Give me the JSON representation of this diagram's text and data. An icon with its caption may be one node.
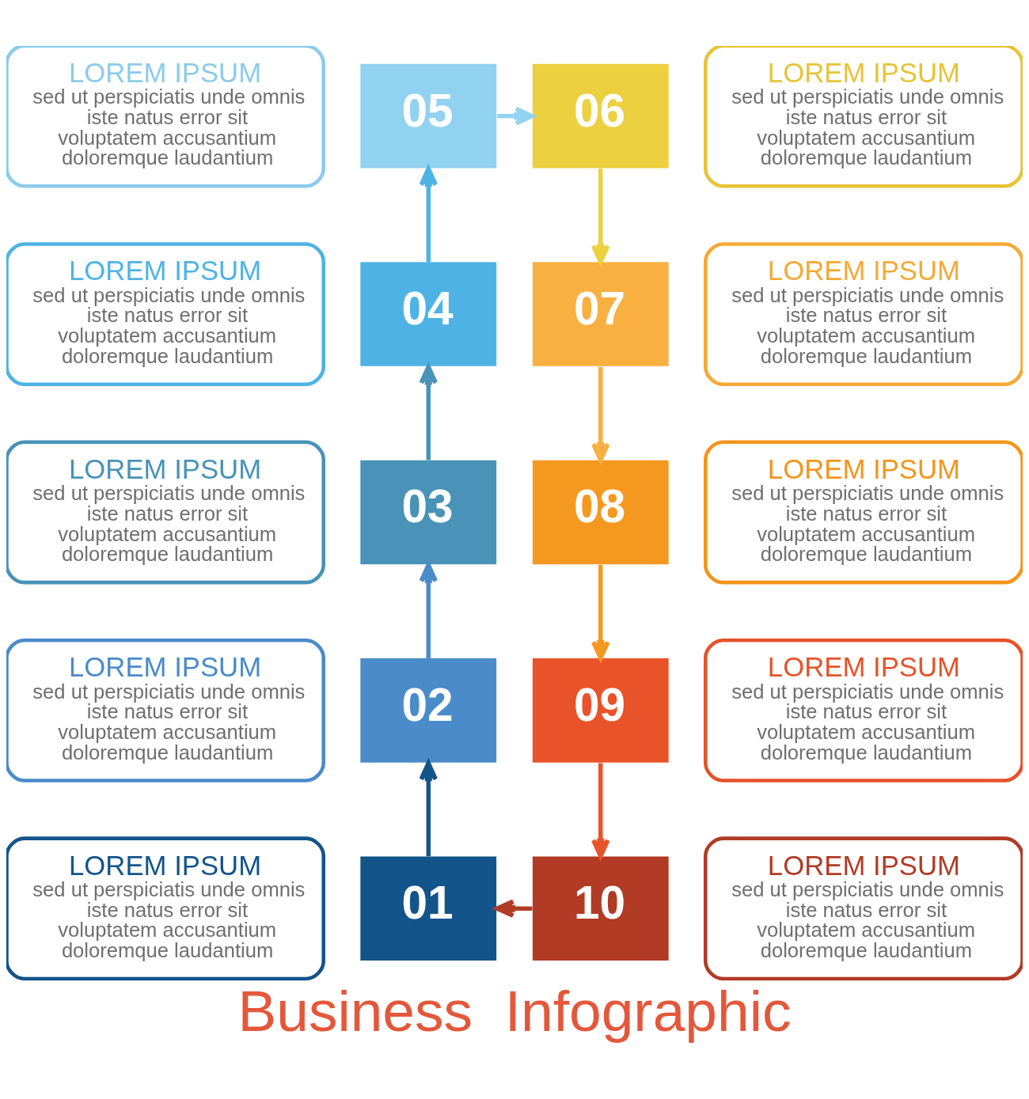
{
  "diagram": {
    "title": "Business  Infographic",
    "nodes": [
      {
        "text": [
          "01"
        ]
      },
      {
        "text": [
          "02"
        ]
      },
      {
        "text": [
          "03"
        ]
      },
      {
        "text": [
          "04"
        ]
      },
      {
        "text": [
          "05"
        ]
      },
      {
        "text": [
          "06"
        ]
      },
      {
        "text": [
          "07"
        ]
      },
      {
        "text": [
          "08"
        ]
      },
      {
        "text": [
          "09"
        ]
      },
      {
        "text": [
          "10"
        ]
      },
      {
        "text": [
          "LOREM IPSUM",
          "sed ut perspiciatis unde omnis iste natus error sit voluptatem accusantium doloremque laudantium"
        ]
      },
      {
        "text": [
          "LOREM IPSUM",
          "sed ut perspiciatis unde omnis iste natus error sit voluptatem accusantium doloremque laudantium"
        ]
      },
      {
        "text": [
          "LOREM IPSUM",
          "sed ut perspiciatis unde omnis iste natus error sit voluptatem accusantium doloremque laudantium"
        ]
      },
      {
        "text": [
          "LOREM IPSUM",
          "sed ut perspiciatis unde omnis iste natus error sit voluptatem accusantium doloremque laudantium"
        ]
      },
      {
        "text": [
          "LOREM IPSUM",
          "sed ut perspiciatis unde omnis iste natus error sit voluptatem accusantium doloremque laudantium"
        ]
      },
      {
        "text": [
          "LOREM IPSUM",
          "sed ut perspiciatis unde omnis iste natus error sit voluptatem accusantium doloremque laudantium"
        ]
      },
      {
        "text": [
          "LOREM IPSUM",
          "sed ut perspiciatis unde omnis iste natus error sit voluptatem accusantium doloremque laudantium"
        ]
      },
      {
        "text": [
          "LOREM IPSUM",
          "sed ut perspiciatis unde omnis iste natus error sit voluptatem accusantium doloremque laudantium"
        ]
      },
      {
        "text": [
          "LOREM IPSUM",
          "sed ut perspiciatis unde omnis iste natus error sit voluptatem accusantium doloremque laudantium"
        ]
      },
      {
        "text": [
          "LOREM IPSUM",
          "sed ut perspiciatis unde omnis iste natus error sit voluptatem accusantium doloremque laudantium"
        ]
      }
    ],
    "edges": [
      {
        "from": 0,
        "to": 1,
        "arrow": "to",
        "color": "#13548a"
      },
      {
        "from": 1,
        "to": 2,
        "arrow": "to",
        "color": "#4a8bc9"
      },
      {
        "from": 2,
        "to": 3,
        "arrow": "to",
        "color": "#4893b7"
      },
      {
        "from": 3,
        "to": 4,
        "arrow": "to",
        "color": "#4eb3e4"
      },
      {
        "from": 4,
        "to": 5,
        "arrow": "to",
        "color": "#92d2f1"
      },
      {
        "from": 5,
        "to": 6,
        "arrow": "to",
        "color": "#ecd040"
      },
      {
        "from": 6,
        "to": 7,
        "arrow": "to",
        "color": "#f8b041"
      },
      {
        "from": 7,
        "to": 8,
        "arrow": "to",
        "color": "#f5981f"
      },
      {
        "from": 8,
        "to": 9,
        "arrow": "to",
        "color": "#e9532a"
      },
      {
        "from": 9,
        "to": 0,
        "arrow": "to",
        "color": "#b13b25"
      }
    ]
  }
}
